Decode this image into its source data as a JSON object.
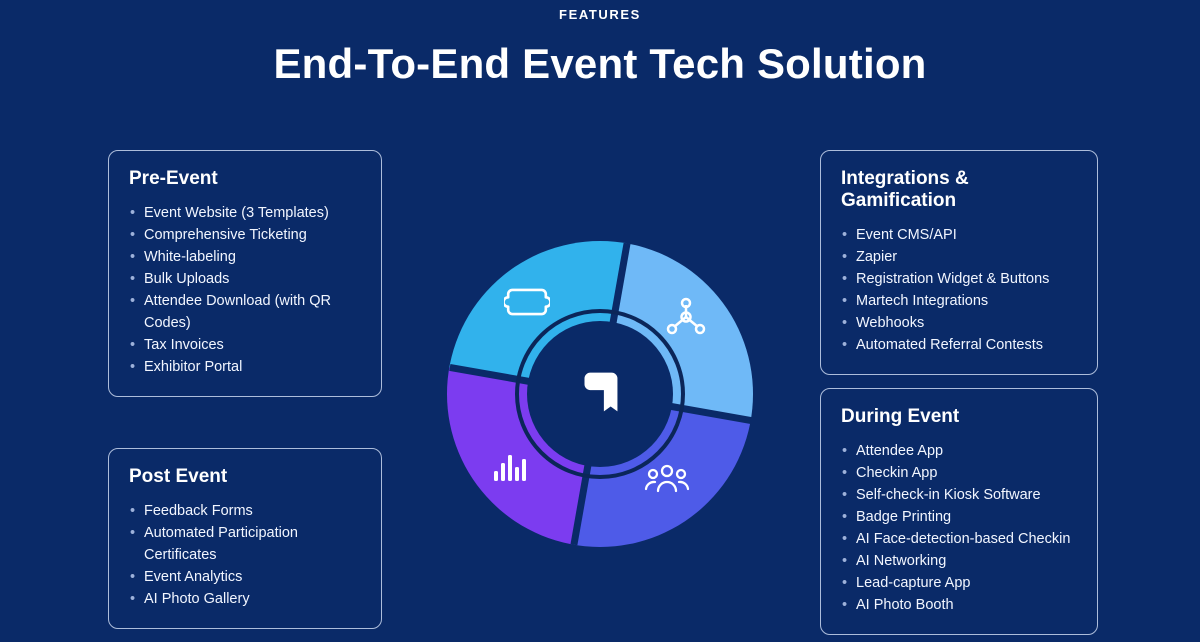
{
  "page": {
    "eyebrow": "FEATURES",
    "title": "End-To-End Event Tech Solution"
  },
  "cards": [
    {
      "title": "Pre-Event",
      "items": [
        "Event Website (3 Templates)",
        "Comprehensive Ticketing",
        "White-labeling",
        "Bulk Uploads",
        "Attendee Download (with QR Codes)",
        "Tax Invoices",
        "Exhibitor Portal"
      ]
    },
    {
      "title": "Integrations & Gamification",
      "items": [
        "Event CMS/API",
        "Zapier",
        "Registration Widget & Buttons",
        "Martech Integrations",
        "Webhooks",
        "Automated Referral Contests"
      ]
    },
    {
      "title": "Post Event",
      "items": [
        "Feedback Forms",
        "Automated Participation Certificates",
        "Event Analytics",
        "AI Photo Gallery"
      ]
    },
    {
      "title": "During Event",
      "items": [
        "Attendee App",
        "Checkin App",
        "Self-check-in Kiosk Software",
        "Badge Printing",
        "AI Face-detection-based Checkin",
        "AI Networking",
        "Lead-capture App",
        "AI Photo Booth"
      ]
    }
  ],
  "diagram": {
    "segments": [
      {
        "name": "pre-event-segment",
        "icon": "ticket-icon",
        "color": "#31b2ec"
      },
      {
        "name": "integrations-segment",
        "icon": "network-icon",
        "color": "#6fb9f7"
      },
      {
        "name": "during-event-segment",
        "icon": "people-icon",
        "color": "#4e5be8"
      },
      {
        "name": "post-event-segment",
        "icon": "bar-chart-icon",
        "color": "#7c3cf0"
      }
    ],
    "center_icon": "konfhub-logo"
  },
  "colors": {
    "background": "#0a2a68",
    "card_border": "#d6e2f8",
    "text": "#ffffff",
    "bullet": "#9db1da"
  }
}
